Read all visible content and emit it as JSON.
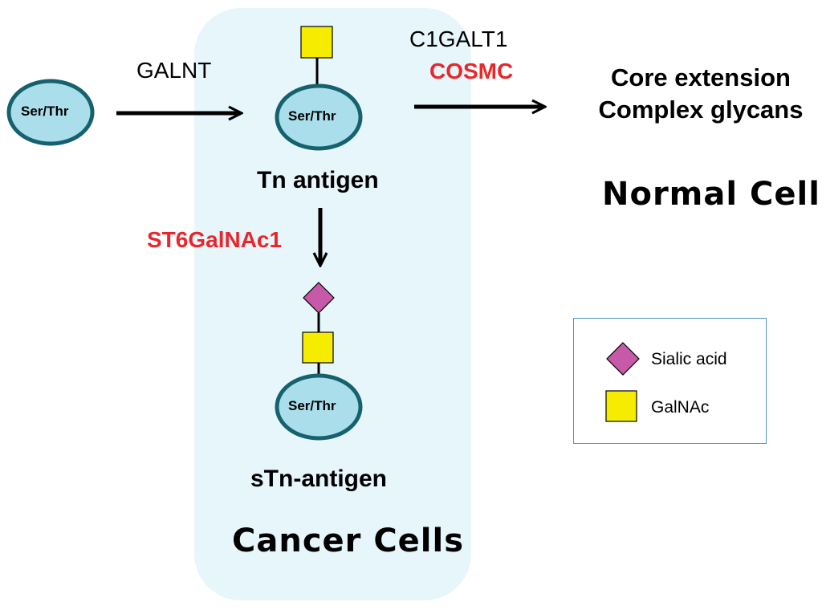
{
  "diagram": {
    "enzymes": {
      "galnt": "GALNT",
      "c1galt1": "C1GALT1",
      "cosmc": "COSMC",
      "st6galnac1": "ST6GalNAc1"
    },
    "nodes": {
      "residue_label": "Ser/Thr"
    },
    "antigens": {
      "tn": "Tn antigen",
      "stn": "sTn-antigen"
    },
    "normal_result": {
      "line1": "Core extension",
      "line2": "Complex glycans"
    },
    "regions": {
      "normal": "Normal Cells",
      "cancer": "Cancer Cells"
    },
    "legend": {
      "sialic_acid": "Sialic  acid",
      "galnac": "GalNAc"
    },
    "colors": {
      "cancer_region_fill": "#e6f6fb",
      "residue_fill": "#a9deea",
      "residue_stroke": "#16616e",
      "galnac_fill": "#f5ec00",
      "sialic_fill": "#c75aa8",
      "enzyme_highlight": "#e8262b",
      "legend_border": "#4f93c9"
    }
  }
}
